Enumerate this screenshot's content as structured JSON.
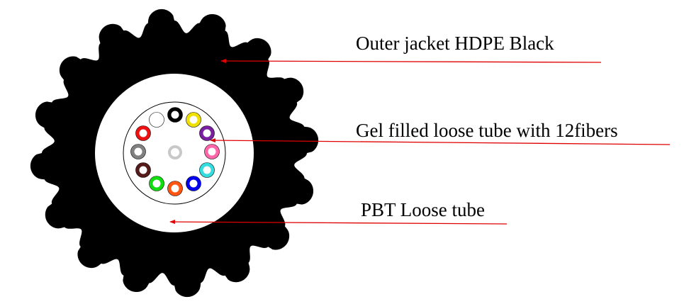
{
  "labels": {
    "outer_jacket": "Outer jacket HDPE Black",
    "gel_tube": "Gel filled loose tube with 12fibers",
    "pbt_tube": "PBT Loose tube"
  },
  "colors": {
    "jacket": "#000000",
    "tube_fill": "#ffffff",
    "leader_line": "#e00000",
    "center_fiber": "#c8c8c8"
  },
  "fibers": [
    {
      "name": "black",
      "color": "#000000"
    },
    {
      "name": "yellow",
      "color": "#f0e000"
    },
    {
      "name": "violet",
      "color": "#7b1fa2"
    },
    {
      "name": "pink",
      "color": "#ff66aa"
    },
    {
      "name": "aqua",
      "color": "#33dddd"
    },
    {
      "name": "blue",
      "color": "#0000ee"
    },
    {
      "name": "orange",
      "color": "#ff5511"
    },
    {
      "name": "green",
      "color": "#11dd11"
    },
    {
      "name": "brown",
      "color": "#551a1a"
    },
    {
      "name": "slate",
      "color": "#808080"
    },
    {
      "name": "red",
      "color": "#ee1111"
    },
    {
      "name": "white",
      "color": "#ffffff"
    }
  ]
}
